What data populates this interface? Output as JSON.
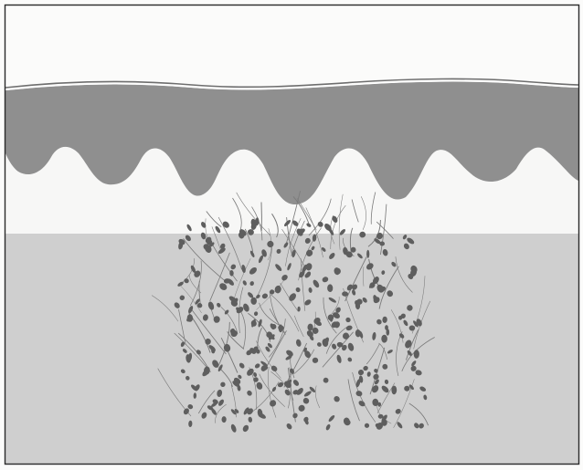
{
  "figure": {
    "colors": {
      "background": "#fbfbfa",
      "frame": "#2a2a2a",
      "surface_line": "#6e6e6e",
      "epidermis": "#8f8f8f",
      "papillary_dermis": "#f7f7f6",
      "reticular_dermis": "#cfcfcf",
      "lesion_nuclei": "#5e5e5e",
      "lesion_fibers": "#7a7a7a"
    },
    "lesion": {
      "nuclei_count": 320,
      "fiber_count": 110,
      "seed": 7
    }
  }
}
